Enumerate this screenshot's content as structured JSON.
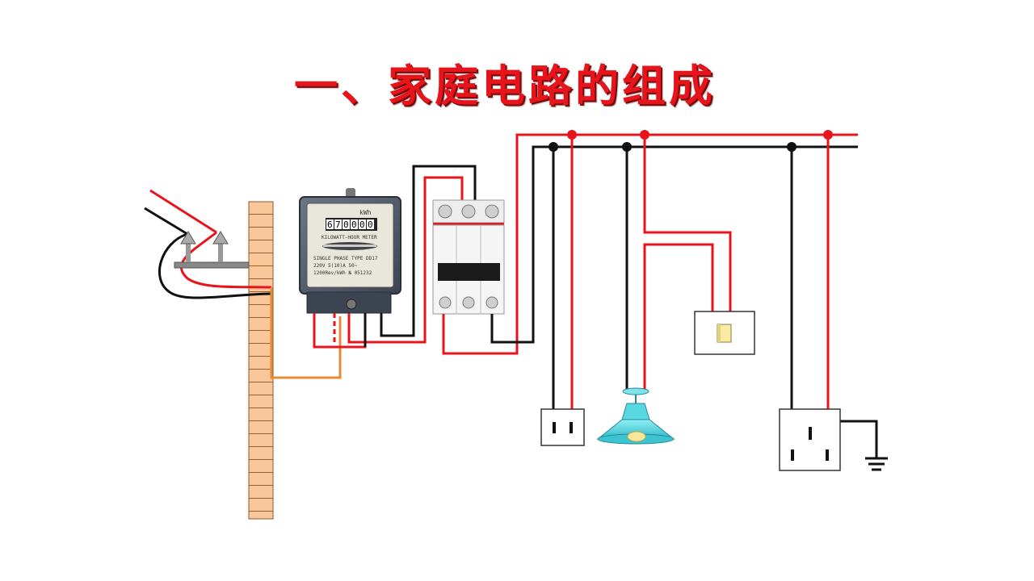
{
  "title": "一、家庭电路的组成",
  "meter": {
    "unit": "kWh",
    "digits": [
      "0",
      "0",
      "0",
      "0",
      "7",
      "6"
    ],
    "name_plate": "KILOWATT-HOUR METER",
    "model_line": "SINGLE PHASE  TYPE DD17",
    "rating_line": "220V  5(10)A  50~",
    "constant_line": "1200Rev/kWh  №  051232"
  },
  "colors": {
    "live": "#e8141c",
    "neutral": "#111111",
    "earth_lead": "#e88a3a",
    "wall": "#f9c79a",
    "lamp": "#57d8e3"
  }
}
